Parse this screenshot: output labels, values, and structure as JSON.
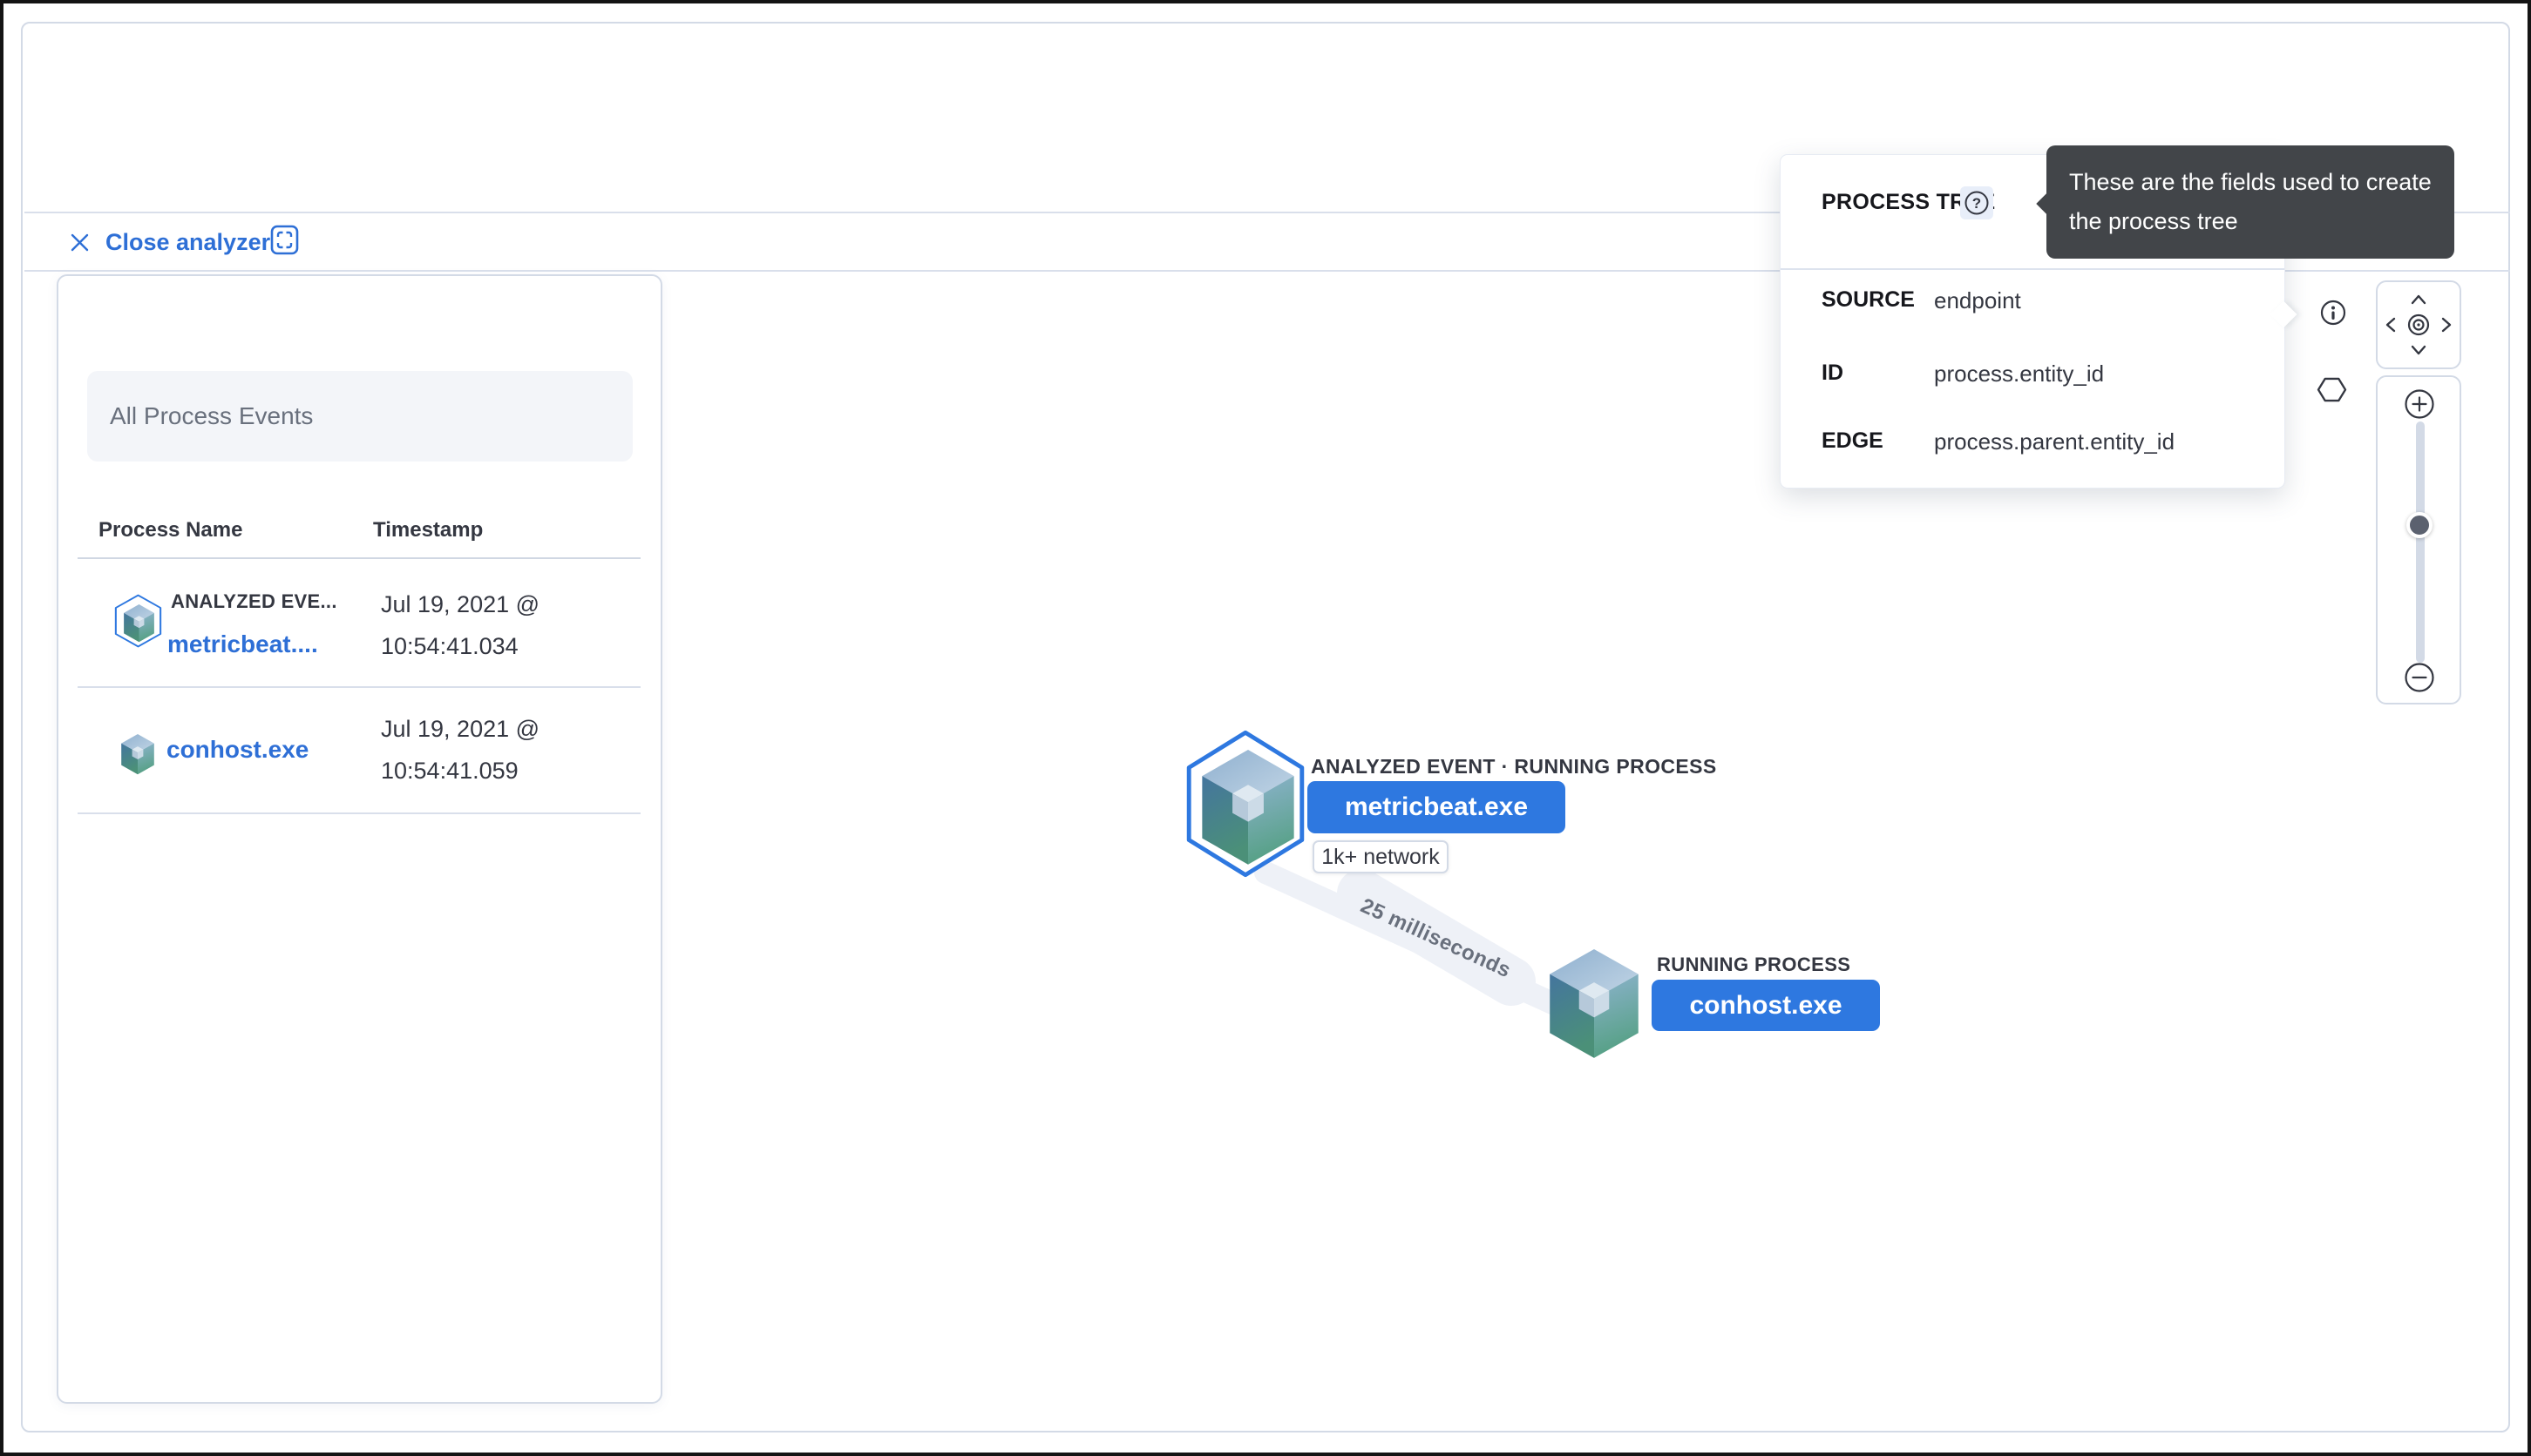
{
  "header": {
    "close_label": "Close analyzer"
  },
  "panel": {
    "filter": "All Process Events",
    "columns": [
      "Process Name",
      "Timestamp"
    ],
    "rows": [
      {
        "event_badge": "ANALYZED EVE...",
        "name": "metricbeat....",
        "ts_date": "Jul 19, 2021 @",
        "ts_time": "10:54:41.034"
      },
      {
        "event_badge": "",
        "name": "conhost.exe",
        "ts_date": "Jul 19, 2021 @",
        "ts_time": "10:54:41.059"
      }
    ]
  },
  "popover": {
    "title": "PROCESS TREE",
    "help": "?",
    "fields": [
      {
        "label": "SOURCE",
        "value": "endpoint"
      },
      {
        "label": "ID",
        "value": "process.entity_id"
      },
      {
        "label": "EDGE",
        "value": "process.parent.entity_id"
      }
    ]
  },
  "tooltip": {
    "line1": "These are the fields used to create",
    "line2": "the process tree"
  },
  "graph": {
    "edge_label": "25 milliseconds",
    "nodes": [
      {
        "kind": "ANALYZED EVENT · RUNNING PROCESS",
        "name": "metricbeat.exe",
        "badge": "1k+ network"
      },
      {
        "kind": "RUNNING PROCESS",
        "name": "conhost.exe"
      }
    ]
  },
  "colors": {
    "accent": "#2e78e0",
    "link": "#2e6fd6",
    "text": "#343741",
    "muted": "#69707d",
    "border": "#d3dae6",
    "edge_band": "#eef1f7",
    "tooltip_bg": "#424549",
    "filter_bg": "#f3f5f9"
  }
}
